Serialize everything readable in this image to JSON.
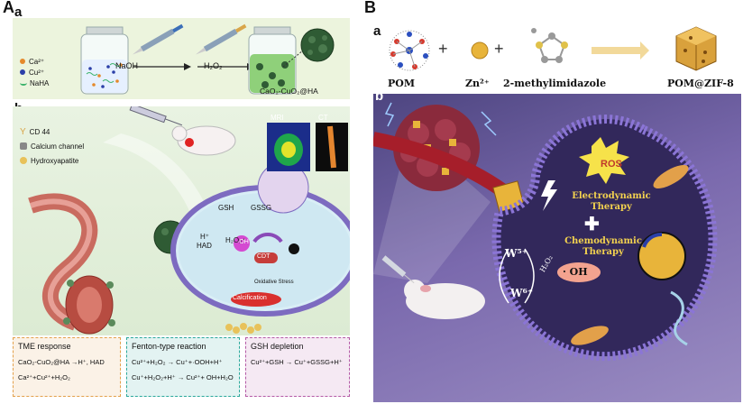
{
  "panelA": {
    "letter": "A",
    "sub_a": "a",
    "sub_b": "b",
    "legend_top": [
      "Ca²⁺",
      "Cu²⁺",
      "NaHA"
    ],
    "arrow1_label": "NaOH",
    "arrow2_label": "H₂O₂",
    "product_label": "CaO₂-CuO₂@HA",
    "legend_b": [
      "CD 44",
      "Calcium channel",
      "Hydroxyapatite"
    ],
    "imaging": [
      "MRI",
      "CT"
    ],
    "cell_labels": {
      "gsh": "GSH",
      "gssg": "GSSG",
      "h_plus": "H⁺",
      "had": "HAD",
      "h2o2": "H₂O₂↑",
      "oh": "·OH",
      "cdt": "CDT",
      "ox_stress": "Oxidative Stress",
      "calcification": "Calcification"
    },
    "boxes": [
      {
        "title": "TME response",
        "line1": "CaO₂-CuO₂@HA  →H⁺, HAD",
        "line2": "Ca²⁺+Cu²⁺+H₂O₂",
        "color": "#e3a04a"
      },
      {
        "title": "Fenton-type reaction",
        "line1": "Cu²⁺+H₂O₂ → Cu⁺+·OOH+H⁺",
        "line2": "Cu⁺+H₂O₂+H⁺ → Cu²⁺+ OH+H₂O",
        "color": "#2aa89b"
      },
      {
        "title": "GSH depletion",
        "line1": "Cu²⁺+GSH → Cu⁺+GSSG+H⁺",
        "line2": "",
        "color": "#b45aa6"
      }
    ]
  },
  "panelB": {
    "letter": "B",
    "sub_a": "a",
    "sub_b": "b",
    "reagents": [
      "POM",
      "Zn²⁺",
      "2-methylimidazole",
      "POM@ZIF-8"
    ],
    "plus": "+",
    "ros": "ROS",
    "edt": "Electrodynamic Therapy",
    "cdt": "Chemodynamic Therapy",
    "plus_big": "✚",
    "w5": "W⁵⁺",
    "w6": "W⁶⁺",
    "h2o2": "H₂O₂",
    "oh": "· OH"
  },
  "colors": {
    "panelA_bg": "#ecf4dd",
    "panelB_bg": "#6c5a9a",
    "cell_membrane": "#7d6bc0",
    "vessel": "#c96b5f"
  }
}
